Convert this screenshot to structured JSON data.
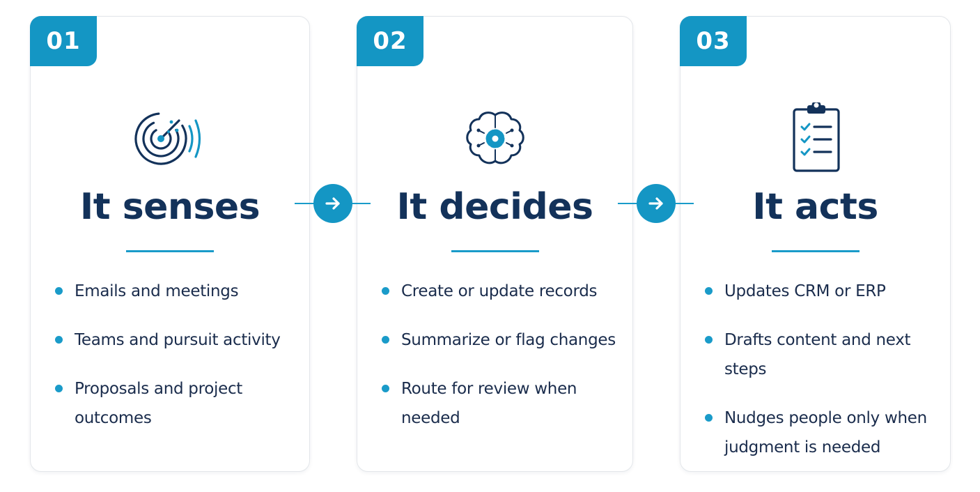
{
  "colors": {
    "accent": "#1496c4",
    "title": "#13325a",
    "text": "#1a2c4c",
    "card_border": "#e3e6ea"
  },
  "steps": [
    {
      "number": "01",
      "icon": "radar-icon",
      "title": "It senses",
      "bullets": [
        "Emails and meetings",
        "Teams and pursuit activity",
        "Proposals and project outcomes"
      ]
    },
    {
      "number": "02",
      "icon": "brain-gear-icon",
      "title": "It decides",
      "bullets": [
        "Create or update records",
        "Summarize or flag changes",
        "Route for review when needed"
      ]
    },
    {
      "number": "03",
      "icon": "clipboard-checklist-icon",
      "title": "It acts",
      "bullets": [
        "Updates CRM or ERP",
        "Drafts content and next steps",
        "Nudges people only when judgment is needed"
      ]
    }
  ],
  "connectors": [
    {
      "icon": "arrow-right-icon"
    },
    {
      "icon": "arrow-right-icon"
    }
  ]
}
